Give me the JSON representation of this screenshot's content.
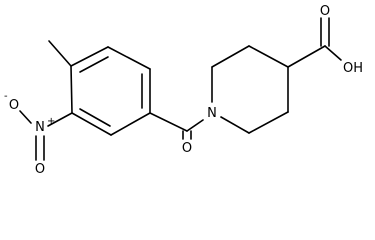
{
  "molecule": {
    "atoms": {
      "oxygen_carbonyl": "O",
      "nitrogen_piperidine": "N",
      "oxygen_nitro_single": "O",
      "nitro_oxygen_charge": "-",
      "nitrogen_nitro": "N",
      "nitro_nitrogen_charge": "+",
      "oxygen_nitro_double": "O",
      "oxygen_acid_double": "O",
      "acid_hydroxyl": "OH"
    }
  }
}
